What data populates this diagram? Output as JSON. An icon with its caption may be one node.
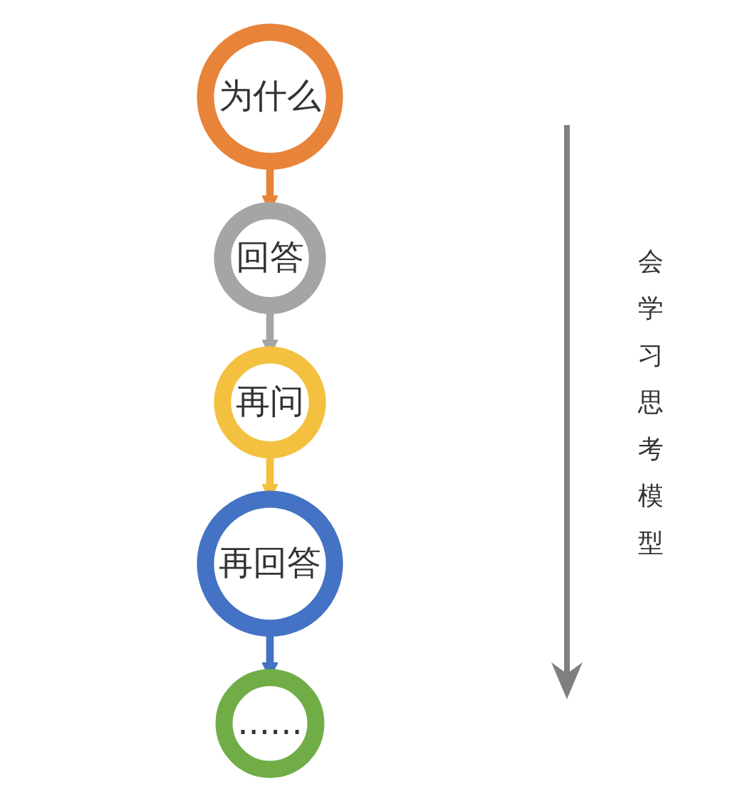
{
  "diagram": {
    "nodes": [
      {
        "text": [
          "为什么"
        ]
      },
      {
        "text": [
          "回答"
        ]
      },
      {
        "text": [
          "再问"
        ]
      },
      {
        "text": [
          "再回答"
        ]
      },
      {
        "text": [
          "......"
        ]
      }
    ],
    "edges": [
      {
        "from": 0,
        "to": 1,
        "arrow": "to",
        "color": "#e8833a"
      },
      {
        "from": 1,
        "to": 2,
        "arrow": "to",
        "color": "#a5a5a5"
      },
      {
        "from": 2,
        "to": 3,
        "arrow": "to",
        "color": "#f4c03f"
      },
      {
        "from": 3,
        "to": 4,
        "arrow": "to",
        "color": "#4472c4"
      }
    ],
    "labels": [
      "会学习思考模型"
    ]
  }
}
